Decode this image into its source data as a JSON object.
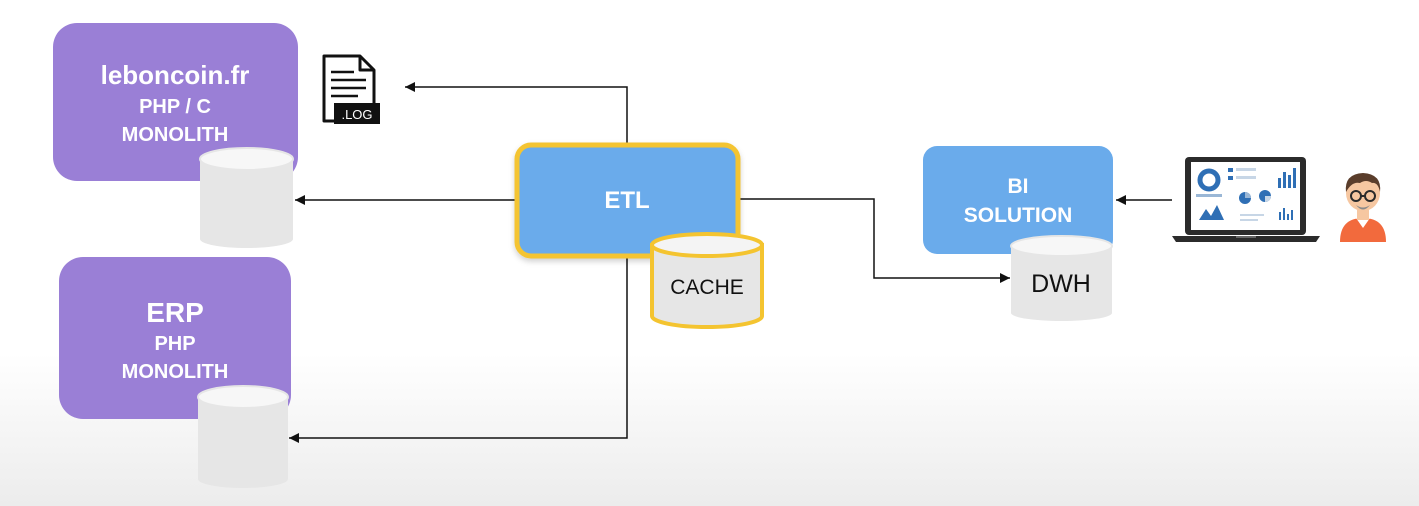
{
  "nodes": {
    "leboncoin": {
      "title": "leboncoin.fr",
      "line2": "PHP / C",
      "line3": "MONOLITH"
    },
    "erp": {
      "title": "ERP",
      "line2": "PHP",
      "line3": "MONOLITH"
    },
    "etl": {
      "title": "ETL"
    },
    "cache": {
      "label": "CACHE"
    },
    "bi": {
      "line1": "BI",
      "line2": "SOLUTION"
    },
    "dwh": {
      "label": "DWH"
    },
    "log_file": {
      "label": ".LOG"
    }
  },
  "colors": {
    "system_box": "#9a7fd6",
    "etl_box": "#6aabeb",
    "etl_border": "#f4c430",
    "bi_box": "#6aabeb",
    "database": "#e6e6e6",
    "arrow": "#111111"
  },
  "icons": {
    "log": "log-file-icon",
    "laptop": "laptop-dashboard-icon",
    "user": "user-avatar-icon"
  }
}
